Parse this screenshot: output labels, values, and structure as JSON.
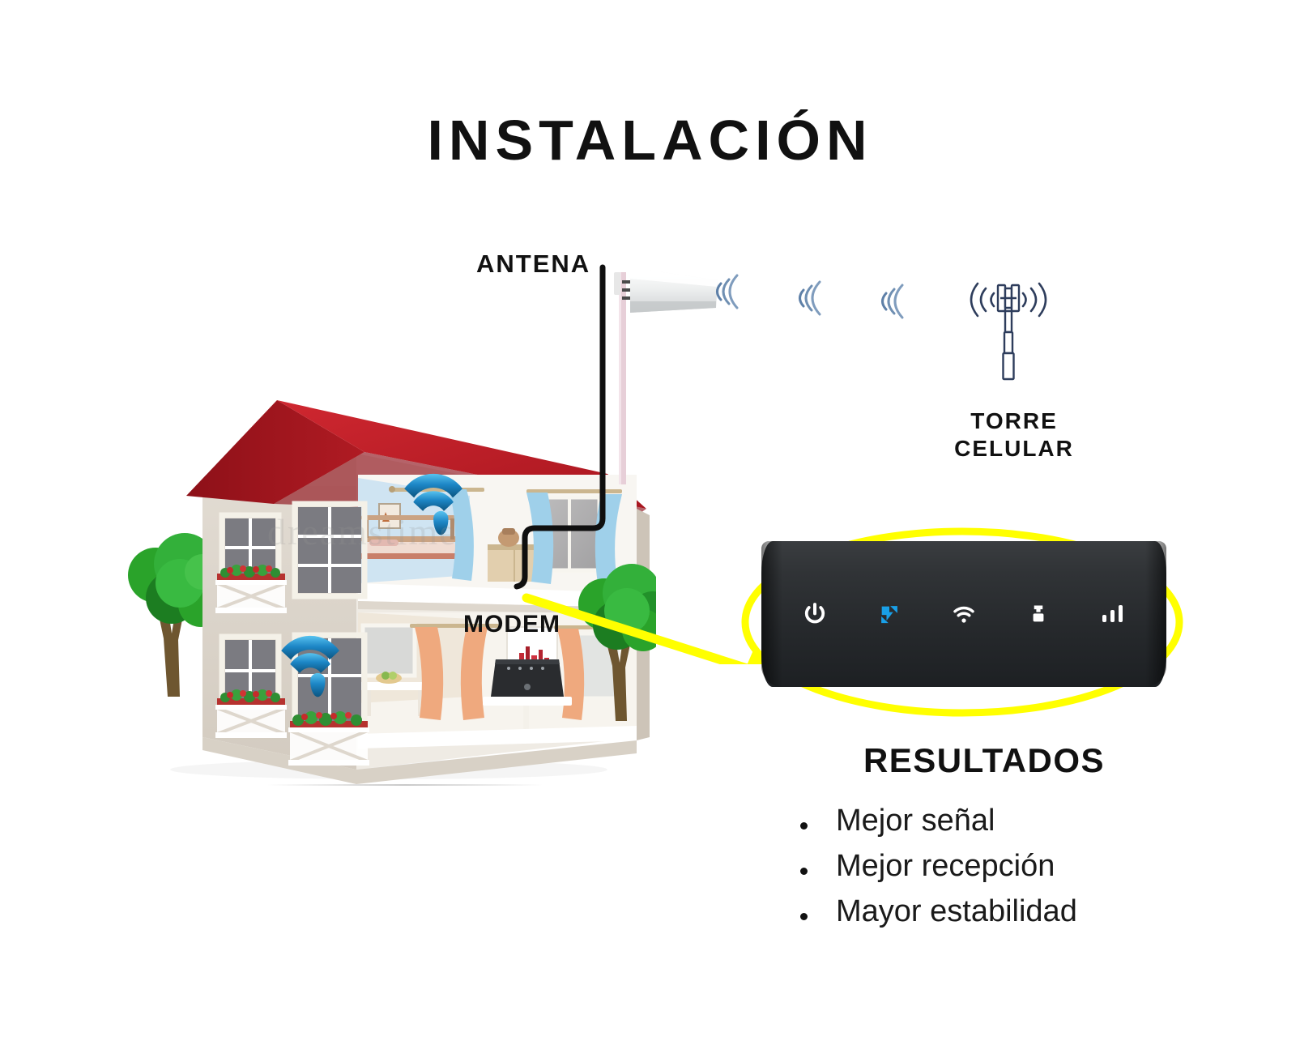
{
  "page": {
    "title": "INSTALACIÓN",
    "background_color": "#ffffff",
    "watermark": "dreamstime"
  },
  "labels": {
    "antena": "ANTENA",
    "modem": "MODEM",
    "torre_celular": "TORRE\nCELULAR",
    "torre_celular_line1": "TORRE",
    "torre_celular_line2": "CELULAR"
  },
  "diagram": {
    "house": {
      "name": "cutaway-two-story-house",
      "roof_color": "#c0202a",
      "wall_color": "#ded7cd",
      "wall_shade_color": "#c9c0b4",
      "floor_color": "#f2eee8",
      "upper_curtain_color": "#a9d4ea",
      "lower_curtain_color": "#efa97e",
      "window_frame_color": "#f7f5ef",
      "flower_color": "#bf2b2b"
    },
    "trees": {
      "leaf_color": "#2aa32a",
      "leaf_dark_color": "#1c7d21",
      "trunk_color": "#6e5630"
    },
    "wifi_icons": {
      "count": 2,
      "color": "#1f8fd0",
      "color_dark": "#0d5f93"
    },
    "cable": {
      "color": "#111111",
      "description": "antenna-coax-cable"
    },
    "mast": {
      "color": "#e7cfd8",
      "description": "antenna-mast-pole"
    },
    "antenna": {
      "type": "log-periodic-directional",
      "color": "#eceded"
    },
    "signal_waves": {
      "count": 3,
      "arcs_per_group": 3,
      "color": "#5e7fa6"
    },
    "cell_tower": {
      "color": "#2e3d5c",
      "wave_sides": 2
    },
    "highlight": {
      "color": "#ffff00",
      "shape": "ellipse-with-arrow"
    }
  },
  "router": {
    "name": "4g-lte-router-front-panel",
    "body_color": "#2b2e31",
    "leds": [
      {
        "name": "power-led",
        "icon": "power-icon",
        "color": "#ffffff",
        "state": "on"
      },
      {
        "name": "network-led",
        "icon": "data-network-icon",
        "color": "#19a0e8",
        "state": "on"
      },
      {
        "name": "wifi-led",
        "icon": "wifi-icon",
        "color": "#ffffff",
        "state": "on"
      },
      {
        "name": "lan-led",
        "icon": "ethernet-port-icon",
        "color": "#ffffff",
        "state": "on"
      },
      {
        "name": "signal-led",
        "icon": "signal-bars-icon",
        "color": "#ffffff",
        "state": "on",
        "bars": 3
      }
    ]
  },
  "results": {
    "title": "RESULTADOS",
    "items": [
      "Mejor señal",
      "Mejor recepción",
      "Mayor estabilidad"
    ]
  }
}
